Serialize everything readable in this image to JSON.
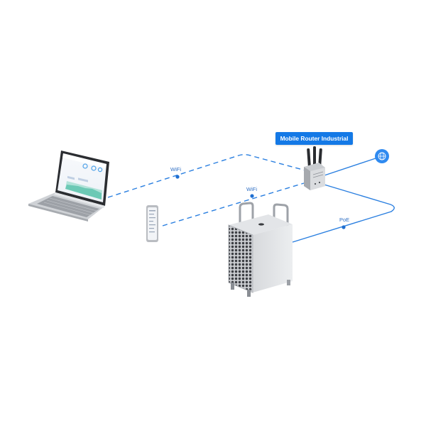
{
  "router": {
    "label": "Mobile Router Industrial"
  },
  "connections": [
    {
      "type": "WiFi",
      "style": "dashed"
    },
    {
      "type": "WiFi",
      "style": "dashed"
    },
    {
      "type": "PoE",
      "style": "solid"
    },
    {
      "type": "internet",
      "style": "solid"
    }
  ],
  "devices": {
    "laptop": "laptop-icon",
    "phone": "smartphone-icon",
    "server": "tower-server-icon",
    "router": "router-icon",
    "internet": "globe-icon"
  },
  "colors": {
    "accent": "#1479e6",
    "line": "#2a7fe0",
    "label_bg": "#1479e6",
    "label_text": "#ffffff"
  }
}
